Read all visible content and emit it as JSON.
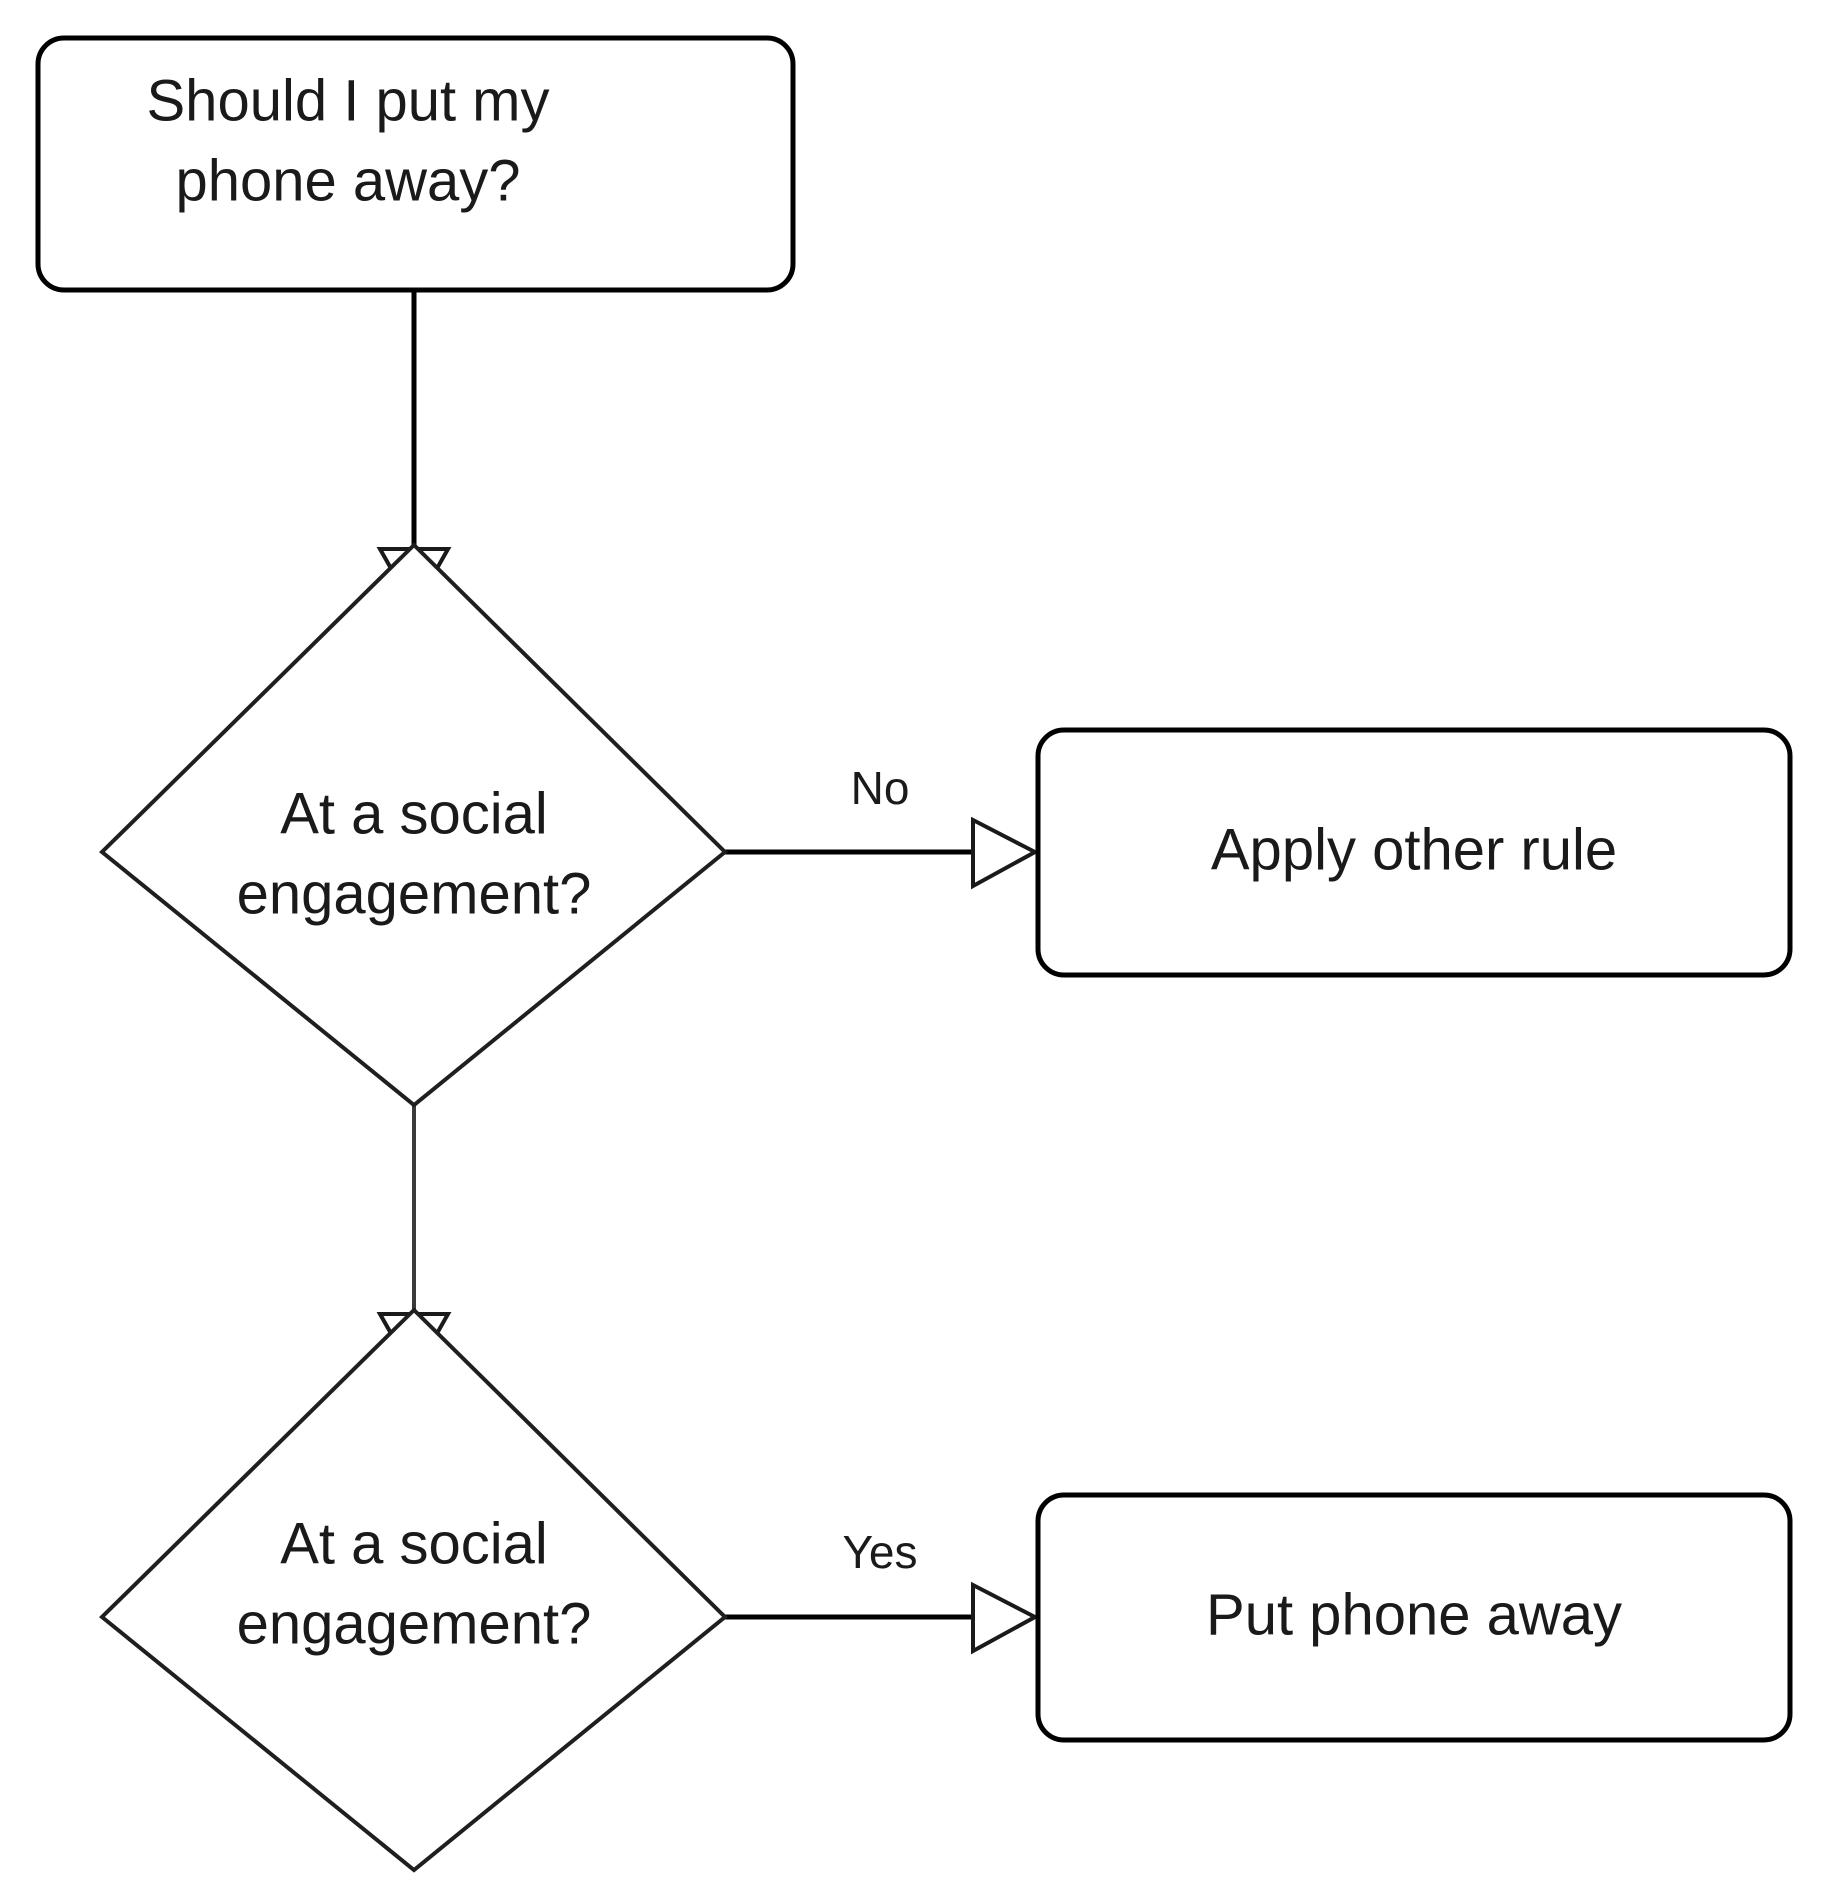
{
  "diagram": {
    "type": "flowchart",
    "title": "Should I put my phone away?",
    "background_color": "#ffffff",
    "stroke_color": "#000000",
    "text_color": "#1a1a1a",
    "nodes": [
      {
        "id": "start",
        "shape": "rounded-rectangle",
        "line1": "Should I put my",
        "line2": "phone away?"
      },
      {
        "id": "decision-1",
        "shape": "diamond",
        "line1": "At a social",
        "line2": "engagement?"
      },
      {
        "id": "apply-other-rule",
        "shape": "rounded-rectangle",
        "line1": "Apply other rule",
        "line2": ""
      },
      {
        "id": "decision-2",
        "shape": "diamond",
        "line1": "At a social",
        "line2": "engagement?"
      },
      {
        "id": "put-phone-away",
        "shape": "rounded-rectangle",
        "line1": "Put phone away",
        "line2": ""
      }
    ],
    "edges": [
      {
        "id": "start-to-decision-1",
        "from": "start",
        "to": "decision-1",
        "label": ""
      },
      {
        "id": "decision-1-no",
        "from": "decision-1",
        "to": "apply-other-rule",
        "label": "No"
      },
      {
        "id": "decision-1-to-decision-2",
        "from": "decision-1",
        "to": "decision-2",
        "label": ""
      },
      {
        "id": "decision-2-yes",
        "from": "decision-2",
        "to": "put-phone-away",
        "label": "Yes"
      }
    ]
  }
}
